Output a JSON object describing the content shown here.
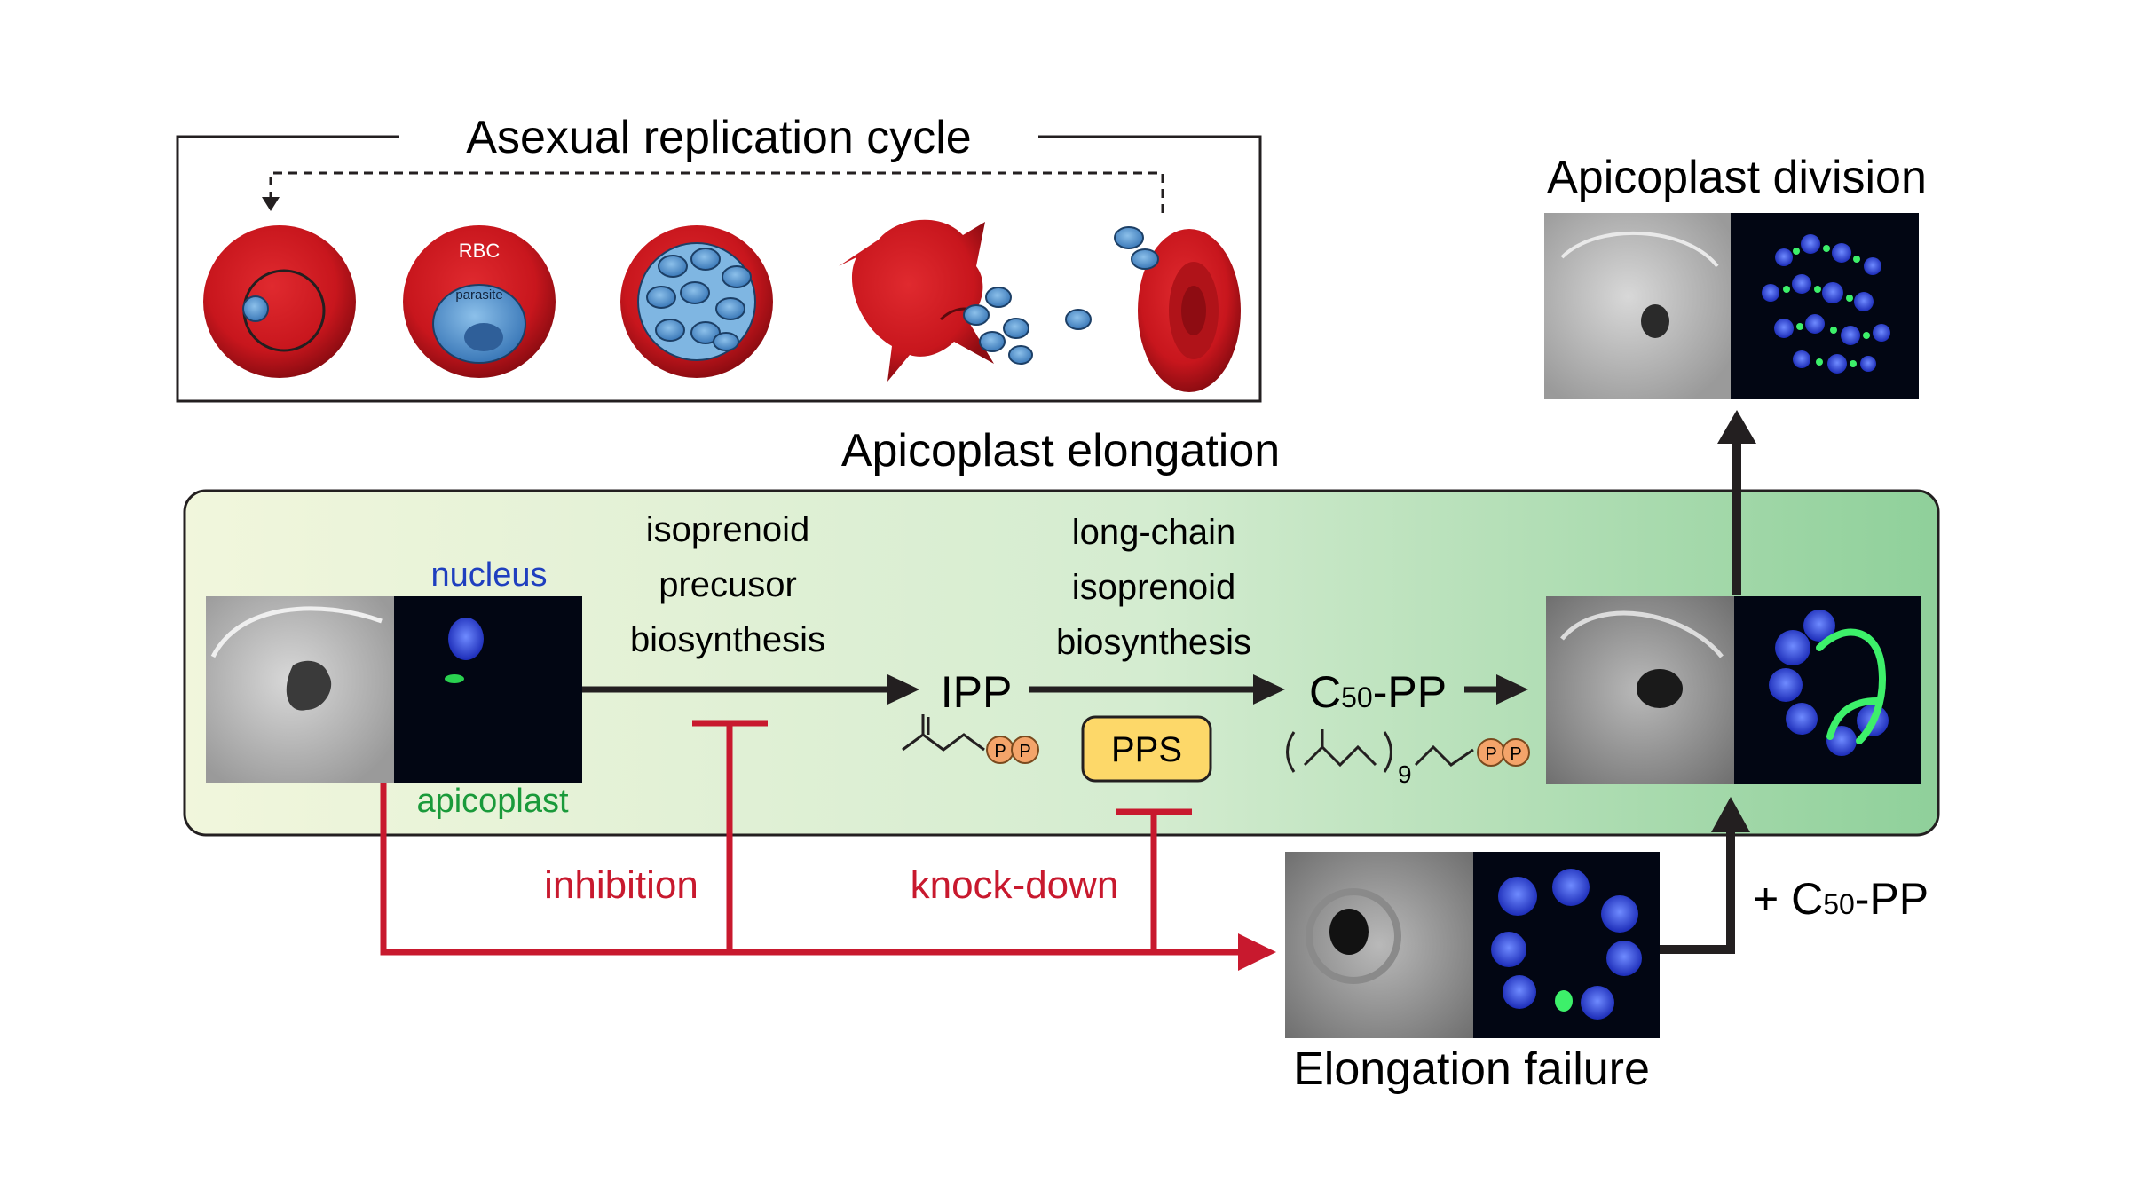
{
  "replication": {
    "title": "Asexual replication cycle",
    "rbc_label": "RBC",
    "parasite_label": "parasite"
  },
  "division": {
    "title": "Apicoplast division"
  },
  "elongation": {
    "title": "Apicoplast elongation"
  },
  "stain": {
    "nucleus": "nucleus",
    "apicoplast": "apicoplast"
  },
  "pathway": {
    "step1": [
      "isoprenoid",
      "precusor",
      "biosynthesis"
    ],
    "ipp": "IPP",
    "step2": [
      "long-chain",
      "isoprenoid",
      "biosynthesis"
    ],
    "c50_main": "C",
    "c50_sub": "50",
    "c50_suffix": "-PP",
    "enzyme": "PPS",
    "repeat_count": "9",
    "phosphate": "P"
  },
  "perturb": {
    "inhibition": "inhibition",
    "knockdown": "knock-down"
  },
  "rescue": {
    "plus": "+ C",
    "sub": "50",
    "suffix": "-PP"
  },
  "failure": {
    "title": "Elongation failure"
  },
  "colors": {
    "rbc": "#c8161d",
    "parasite": "#5b9bd5",
    "nucleus_text": "#1f3fbf",
    "apicoplast_text": "#1a9a3a",
    "inhibit": "#c8192e",
    "enzyme_fill": "#fdd869",
    "phosphate_fill": "#f4a46a"
  }
}
